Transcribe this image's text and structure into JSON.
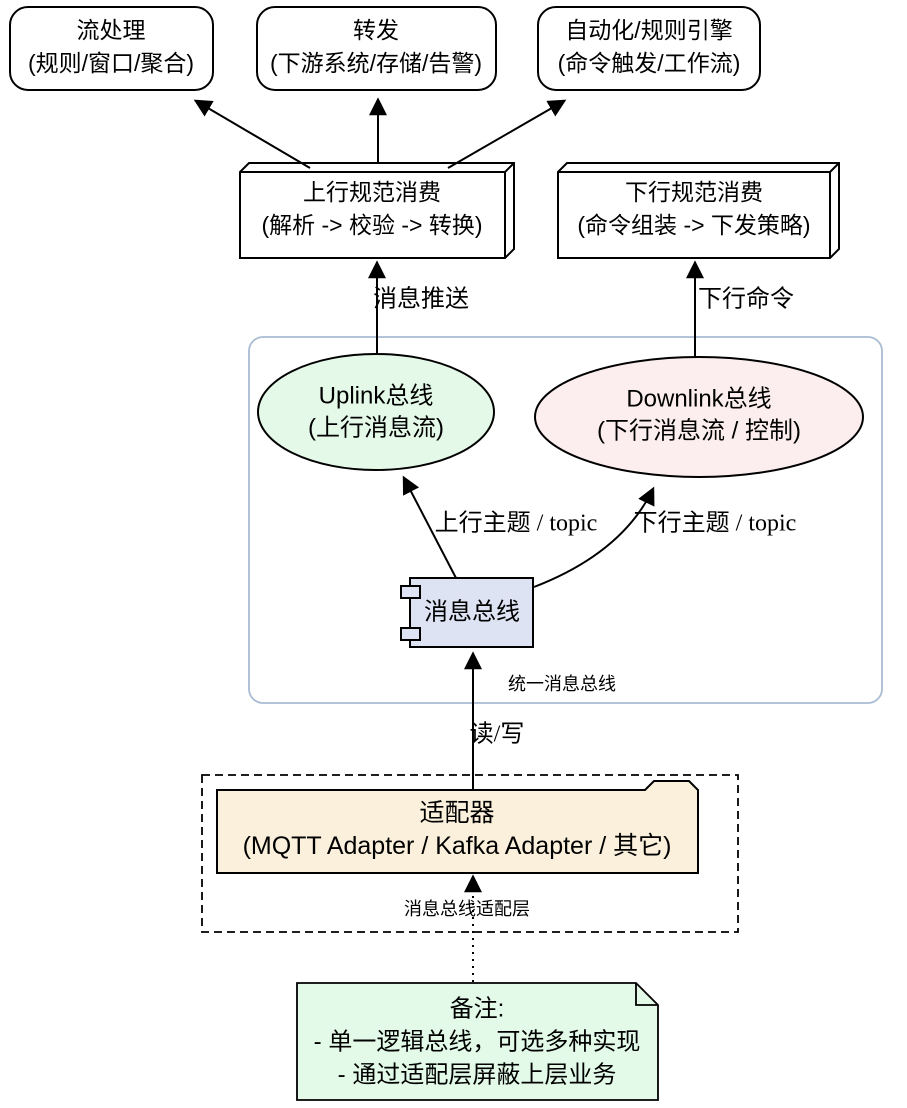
{
  "diagram": {
    "consumers": [
      {
        "title": "流处理",
        "subtitle": "(规则/窗口/聚合)"
      },
      {
        "title": "转发",
        "subtitle": "(下游系统/存储/告警)"
      },
      {
        "title": "自动化/规则引擎",
        "subtitle": "(命令触发/工作流)"
      }
    ],
    "uplink_consumer": {
      "title": "上行规范消费",
      "subtitle": "(解析 -> 校验 -> 转换)"
    },
    "downlink_consumer": {
      "title": "下行规范消费",
      "subtitle": "(命令组装 -> 下发策略)"
    },
    "edge_labels": {
      "uplink_push": "消息推送",
      "downlink_cmd": "下行命令",
      "uplink_topic": "上行主题 / topic",
      "downlink_topic": "下行主题 / topic",
      "read_write": "读/写"
    },
    "bus_container": {
      "caption": "统一消息总线",
      "uplink_bus": {
        "title": "Uplink总线",
        "subtitle": "(上行消息流)"
      },
      "downlink_bus": {
        "title": "Downlink总线",
        "subtitle": "(下行消息流 / 控制)"
      },
      "message_bus": {
        "title": "消息总线"
      }
    },
    "adapter_layer": {
      "caption": "消息总线适配层",
      "adapter": {
        "title": "适配器",
        "subtitle": "(MQTT Adapter / Kafka Adapter / 其它)"
      }
    },
    "note": {
      "lines": [
        "备注:",
        "- 单一逻辑总线，可选多种实现",
        "- 通过适配层屏蔽上层业务"
      ]
    },
    "colors": {
      "uplink_bus_fill": "#E4F9E8",
      "downlink_bus_fill": "#FCEEEE",
      "component_fill": "#DDE3F3",
      "adapter_fill": "#FAF0DC",
      "note_fill": "#E2FAE7",
      "container_border": "#A9BCD2"
    }
  }
}
